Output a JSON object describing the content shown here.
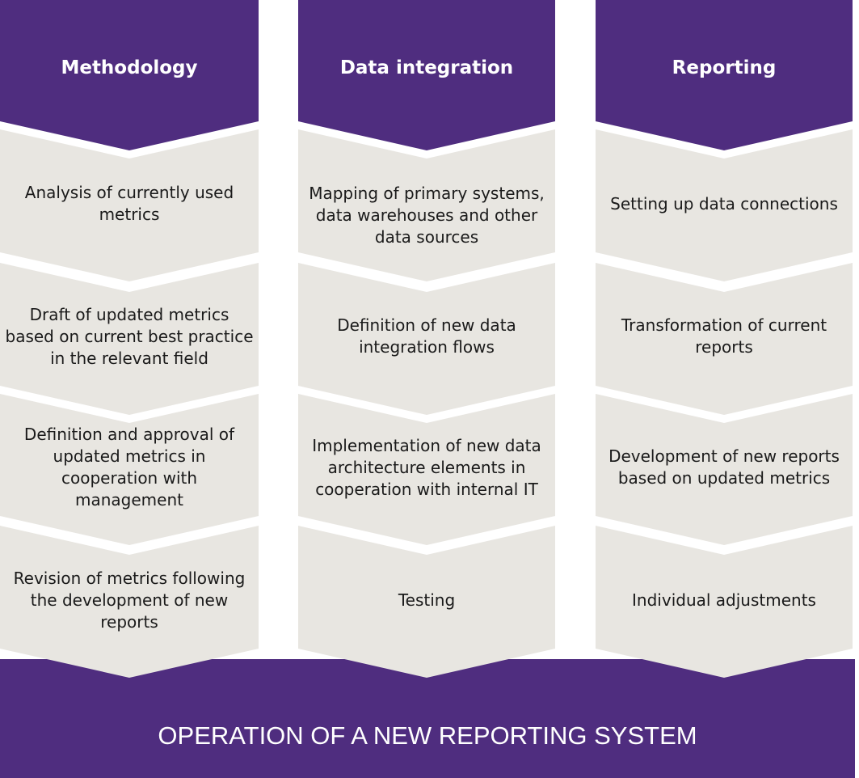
{
  "colors": {
    "purple": "#4f2d7f",
    "cell": "#e8e6e1",
    "white": "#ffffff"
  },
  "columns": [
    {
      "header": "Methodology",
      "steps": [
        "Analysis of currently used metrics",
        "Draft of updated metrics based on current best practice in the relevant field",
        "Definition and approval of updated metrics in cooperation with management",
        "Revision of metrics following the development of new reports"
      ]
    },
    {
      "header": "Data integration",
      "steps": [
        "Mapping of primary systems, data warehouses and other data sources",
        "Definition of new data integration flows",
        "Implementation of new data architecture elements in cooperation with internal IT",
        "Testing"
      ]
    },
    {
      "header": "Reporting",
      "steps": [
        "Setting up data connections",
        "Transformation of current reports",
        "Development of new reports based on updated metrics",
        "Individual adjustments"
      ]
    }
  ],
  "footer": "OPERATION OF A NEW REPORTING SYSTEM"
}
